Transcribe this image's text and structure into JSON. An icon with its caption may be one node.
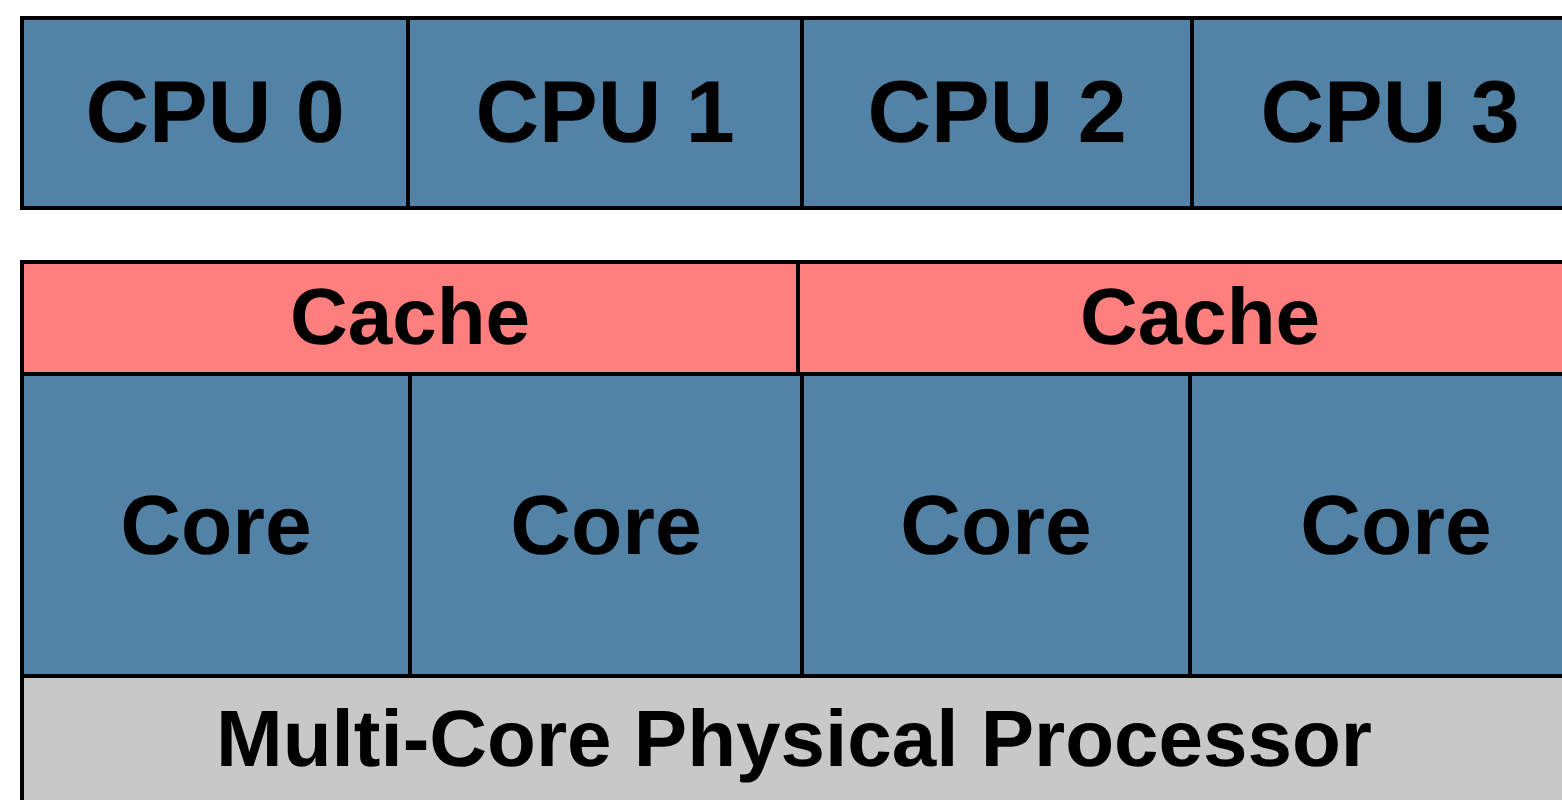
{
  "diagram": {
    "nodes": [
      {
        "text": [
          "CPU 0"
        ]
      },
      {
        "text": [
          "CPU 1"
        ]
      },
      {
        "text": [
          "CPU 2"
        ]
      },
      {
        "text": [
          "CPU 3"
        ]
      },
      {
        "text": [
          "Multi-Core Physical Processor"
        ]
      },
      {
        "text": [
          "Cache"
        ],
        "in": 4
      },
      {
        "text": [
          "Cache"
        ],
        "in": 4
      },
      {
        "text": [
          "Core"
        ],
        "in": 4
      },
      {
        "text": [
          "Core"
        ],
        "in": 4
      },
      {
        "text": [
          "Core"
        ],
        "in": 4
      },
      {
        "text": [
          "Core"
        ],
        "in": 4
      }
    ]
  }
}
